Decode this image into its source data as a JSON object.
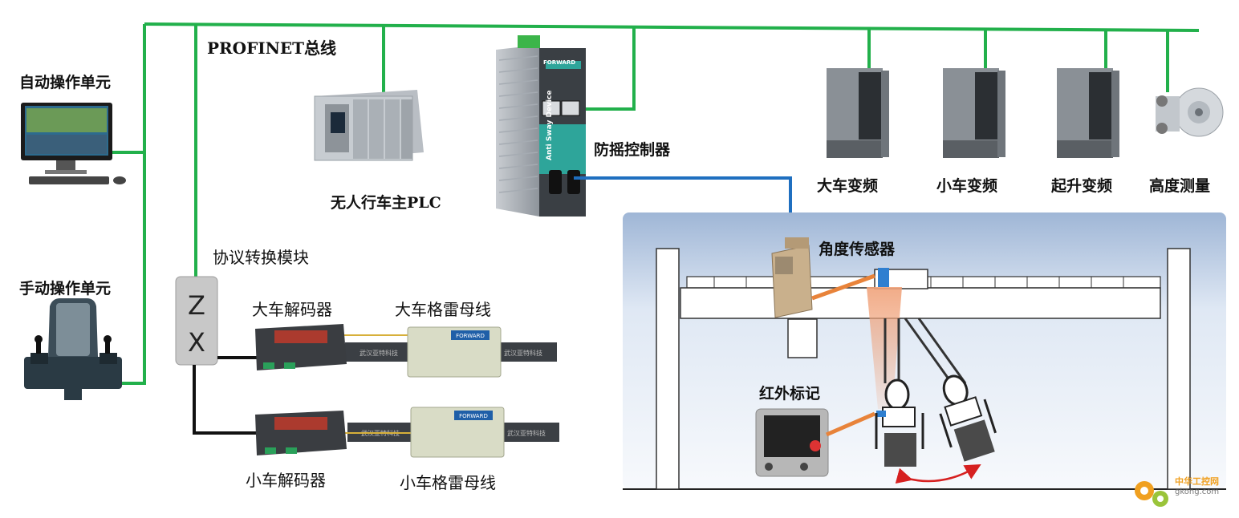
{
  "labels": {
    "bus": "PROFINET总线",
    "auto_unit": "自动操作单元",
    "manual_unit": "手动操作单元",
    "plc": "无人行车主PLC",
    "anti_sway": "防摇控制器",
    "converter": "协议转换模块",
    "big_decoder": "大车解码器",
    "big_bus": "大车格雷母线",
    "small_decoder": "小车解码器",
    "small_bus": "小车格雷母线",
    "big_vfd": "大车变频",
    "small_vfd": "小车变频",
    "hoist_vfd": "起升变频",
    "height": "高度测量",
    "angle_sensor": "角度传感器",
    "ir_mark": "红外标记"
  },
  "device_text": {
    "zx_top": "Z",
    "zx_bottom": "X",
    "forward_brand": "FORWARD",
    "anti_sway_side": "Anti Sway Device",
    "rail_tag": "武汉亚特科技"
  },
  "watermark": {
    "line1": "中华工控网",
    "line2": "gkong.com"
  },
  "colors": {
    "profinet": "#22b04b",
    "serial": "#1f6fc0",
    "cable": "#111111",
    "pointer": "#e8833a",
    "scene_bg": "#dde8f4",
    "swing_arrow": "#d62020"
  }
}
